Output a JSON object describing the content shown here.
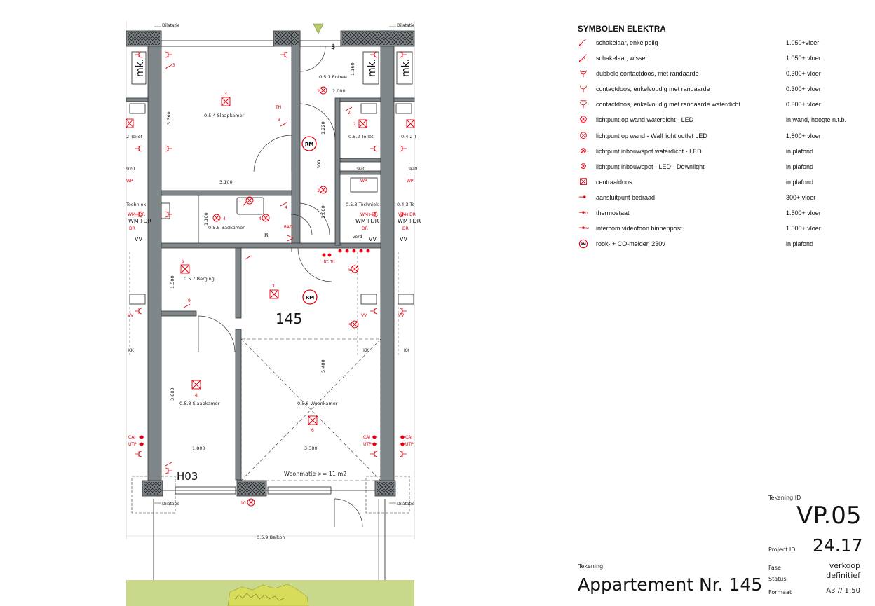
{
  "legend": {
    "title": "SYMBOLEN ELEKTRA",
    "items": [
      {
        "icon": "switch-single-icon",
        "label": "schakelaar, enkelpolig",
        "height": "1.050+vloer"
      },
      {
        "icon": "switch-toggle-icon",
        "label": "schakelaar, wissel",
        "height": "1.050+ vloer"
      },
      {
        "icon": "double-socket-icon",
        "label": "dubbele contactdoos, met randaarde",
        "height": "0.300+ vloer"
      },
      {
        "icon": "single-socket-icon",
        "label": "contactdoos, enkelvoudig met randaarde",
        "height": "0.300+ vloer"
      },
      {
        "icon": "waterproof-socket-icon",
        "label": "contactdoos, enkelvoudig met randaarde waterdicht",
        "height": "0.300+ vloer"
      },
      {
        "icon": "wall-light-waterproof-icon",
        "label": "lichtpunt op wand waterdicht - LED",
        "height": "in wand, hoogte n.t.b."
      },
      {
        "icon": "wall-light-icon",
        "label": "lichtpunt op wand - Wall light outlet LED",
        "height": "1.800+ vloer"
      },
      {
        "icon": "spot-waterproof-icon",
        "label": "lichtpunt inbouwspot waterdicht - LED",
        "height": "in plafond"
      },
      {
        "icon": "downlight-icon",
        "label": "lichtpunt inbouwspot - LED - Downlight",
        "height": "in plafond"
      },
      {
        "icon": "junction-box-icon",
        "label": "centraaldoos",
        "height": "in plafond"
      },
      {
        "icon": "wired-connection-icon",
        "label": "aansluitpunt bedraad",
        "height": "300+ vloer"
      },
      {
        "icon": "thermostat-icon",
        "label": "thermostaat",
        "height": "1.500+ vloer"
      },
      {
        "icon": "intercom-icon",
        "label": "intercom videofoon binnenpost",
        "height": "1.500+ vloer"
      },
      {
        "icon": "smoke-detector-icon",
        "label": "rook- + CO-melder, 230v",
        "height": "in plafond"
      }
    ]
  },
  "titleblock": {
    "tekening_id_label": "Tekening ID",
    "tekening_id": "VP.05",
    "project_id_label": "Project ID",
    "project_id": "24.17",
    "tekening_label": "Tekening",
    "tekening": "Appartement Nr. 145",
    "fase_label": "Fase",
    "fase": "verkoop",
    "status_label": "Status",
    "status": "definitief",
    "formaat_label": "Formaat",
    "formaat": "A3 // 1:50"
  },
  "plan": {
    "apartment_number": "145",
    "block_code": "H03",
    "dilatatie": "Dilatatie",
    "woonmatje": "Woonmatje >= 11 m2",
    "rooms": {
      "entree": "0.5.1 Entree",
      "toilet": "0.5.2 Toilet",
      "techniek": "0.5.3 Techniek",
      "slaapkamer1": "0.5.4 Slaapkamer",
      "badkamer": "0.5.5 Badkamer",
      "woonkamer": "0.5.6 Woonkamer",
      "berging": "0.5.7 Berging",
      "slaapkamer2": "0.5.8 Slaapkamer",
      "balkon": "0.5.9 Balkon",
      "n_toilet": "2 Toilet",
      "n_techniek": "Techniek",
      "n_toilet2": "0.4.2 T",
      "n_techniek2": "0.4.3 Te"
    },
    "dims": {
      "s1_h": "3.360",
      "s1_w": "3.100",
      "entree_w": "2.000",
      "entree_h1": "1.220",
      "entree_h2": "300",
      "entree_h3": "1.600",
      "toilet_h": "1.160",
      "toilet_w": "920",
      "toilet_w2": "920",
      "bad_h": "1.100",
      "berg_h": "1.500",
      "s2_h": "3.880",
      "s2_w": "1.800",
      "wk_h": "5.480",
      "wk_w": "3.300",
      "n920": "920",
      "n920b": "920"
    },
    "labels": {
      "mk": "mk.",
      "rm": "RM",
      "wp": "WP",
      "wmdr": "WM+DR",
      "dr": "DR",
      "vv": "VV",
      "kk": "KK",
      "cai": "CAI",
      "utp": "UTP",
      "th": "TH",
      "rad": "RAD",
      "r": "R",
      "intth": "INT. TH",
      "verd": "verd",
      "dollar": "$"
    },
    "numbers": {
      "n1": "1",
      "n2": "2",
      "n3": "3",
      "n4": "4",
      "n5": "5",
      "n6": "6",
      "n7": "7",
      "n8": "8",
      "n9": "9",
      "n10": "10"
    }
  },
  "colors": {
    "wall": "#7f868a",
    "red": "#e3000f",
    "line": "#222222",
    "green": "#c8d98b",
    "yellow": "#d7dc5a"
  }
}
